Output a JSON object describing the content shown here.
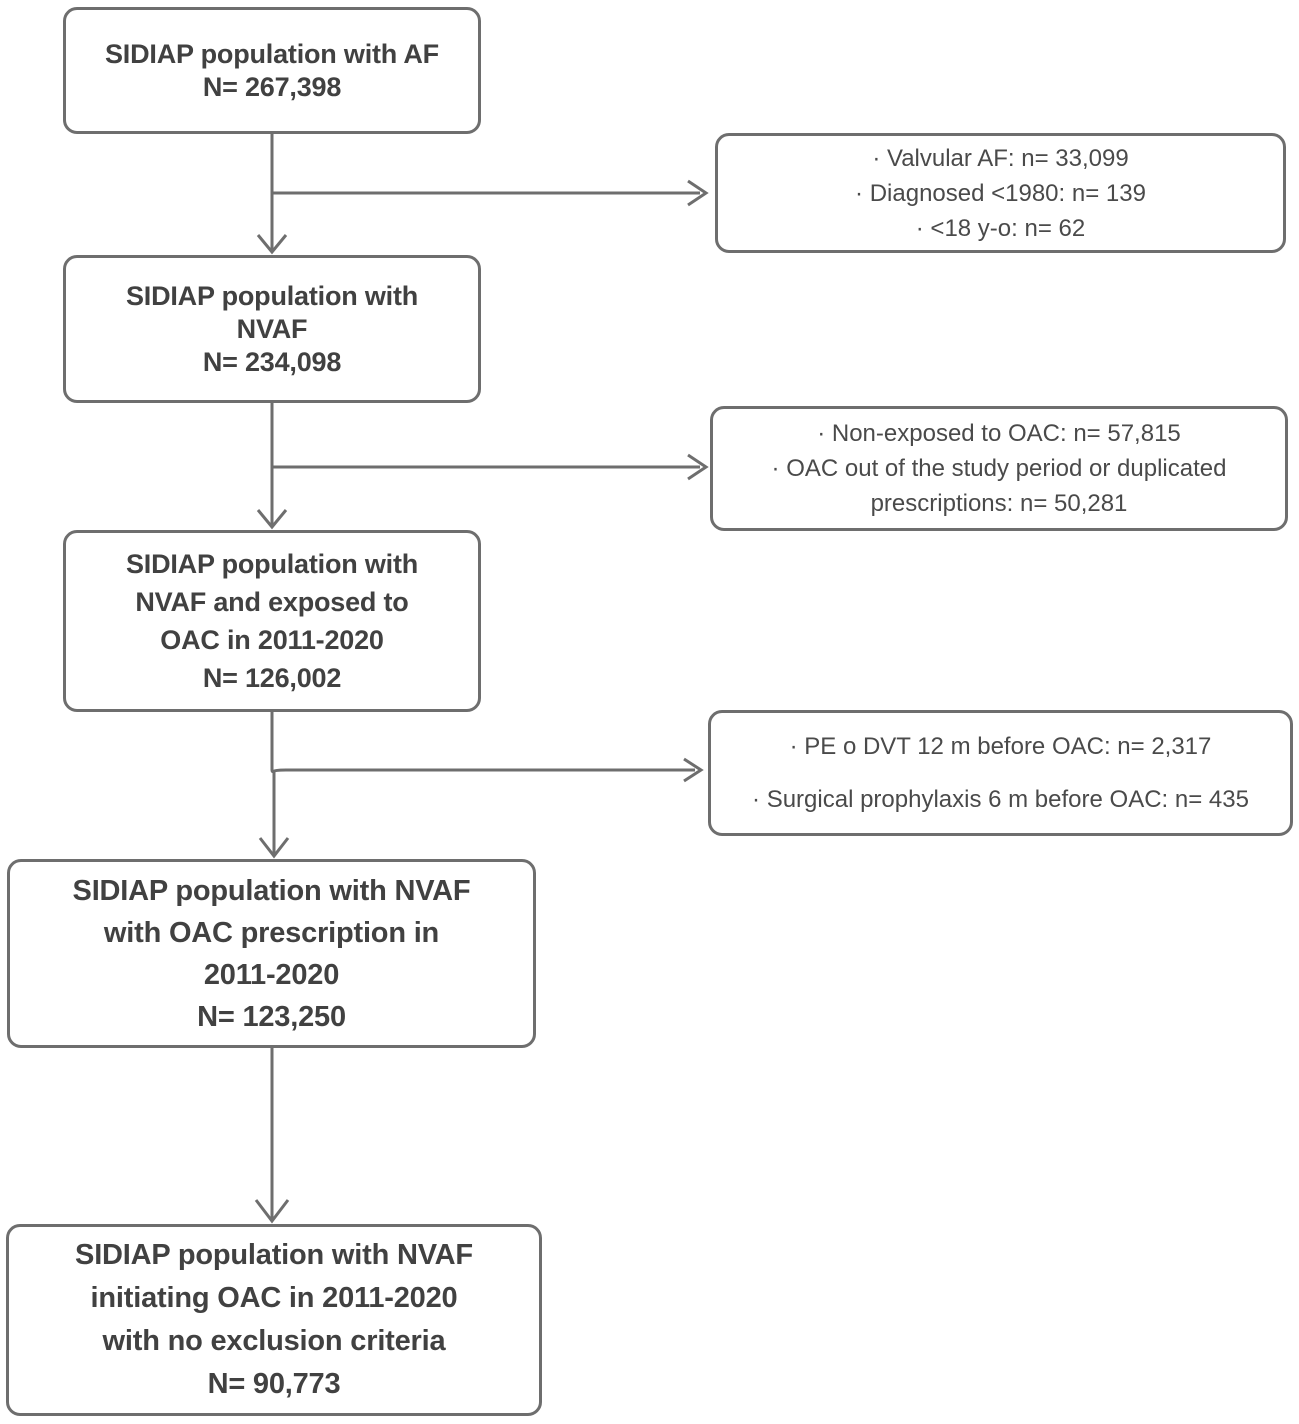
{
  "diagram": {
    "title": "SIDIAP NVAF OAC cohort selection flow chart",
    "type": "flowchart",
    "accent_border_color": "#6e6e6e",
    "text_color": "#414141",
    "background_color": "#ffffff"
  },
  "main_nodes": [
    {
      "id": "node-population-af",
      "lines": [
        "SIDIAP population with AF",
        "N= 267,398"
      ],
      "label": "SIDIAP population with AF",
      "count": "N= 267,398"
    },
    {
      "id": "node-population-nvaf",
      "lines": [
        "SIDIAP population with",
        "NVAF",
        "N= 234,098"
      ],
      "label": "SIDIAP population with NVAF",
      "count": "N= 234,098"
    },
    {
      "id": "node-population-nvaf-exposed-oac",
      "lines": [
        "SIDIAP population with",
        "NVAF and exposed to",
        "OAC in 2011-2020",
        "N= 126,002"
      ],
      "label": "SIDIAP population with NVAF and exposed to OAC in 2011-2020",
      "count": "N= 126,002"
    },
    {
      "id": "node-population-nvaf-oac-prescription",
      "lines": [
        "SIDIAP population with NVAF",
        "with OAC prescription in",
        "2011-2020",
        "N= 123,250"
      ],
      "label": "SIDIAP population with NVAF with OAC prescription in 2011-2020",
      "count": "N= 123,250"
    },
    {
      "id": "node-population-nvaf-initiating-oac",
      "lines": [
        "SIDIAP population with NVAF",
        "initiating OAC in 2011-2020",
        "with no exclusion criteria",
        "N= 90,773"
      ],
      "label": "SIDIAP population with NVAF initiating OAC in 2011-2020 with no exclusion criteria",
      "count": "N= 90,773"
    }
  ],
  "exclusion_nodes": [
    {
      "id": "exclusion-box-1",
      "lines": [
        "· Valvular AF: n= 33,099",
        "· Diagnosed <1980: n= 139",
        "· <18 y-o: n= 62"
      ]
    },
    {
      "id": "exclusion-box-2",
      "lines": [
        "· Non-exposed to OAC: n= 57,815",
        "· OAC out of the study period or duplicated",
        "prescriptions: n= 50,281"
      ]
    },
    {
      "id": "exclusion-box-3",
      "lines": [
        "· PE o DVT 12 m before OAC: n= 2,317",
        "· Surgical prophylaxis 6 m before OAC: n= 435"
      ]
    }
  ]
}
